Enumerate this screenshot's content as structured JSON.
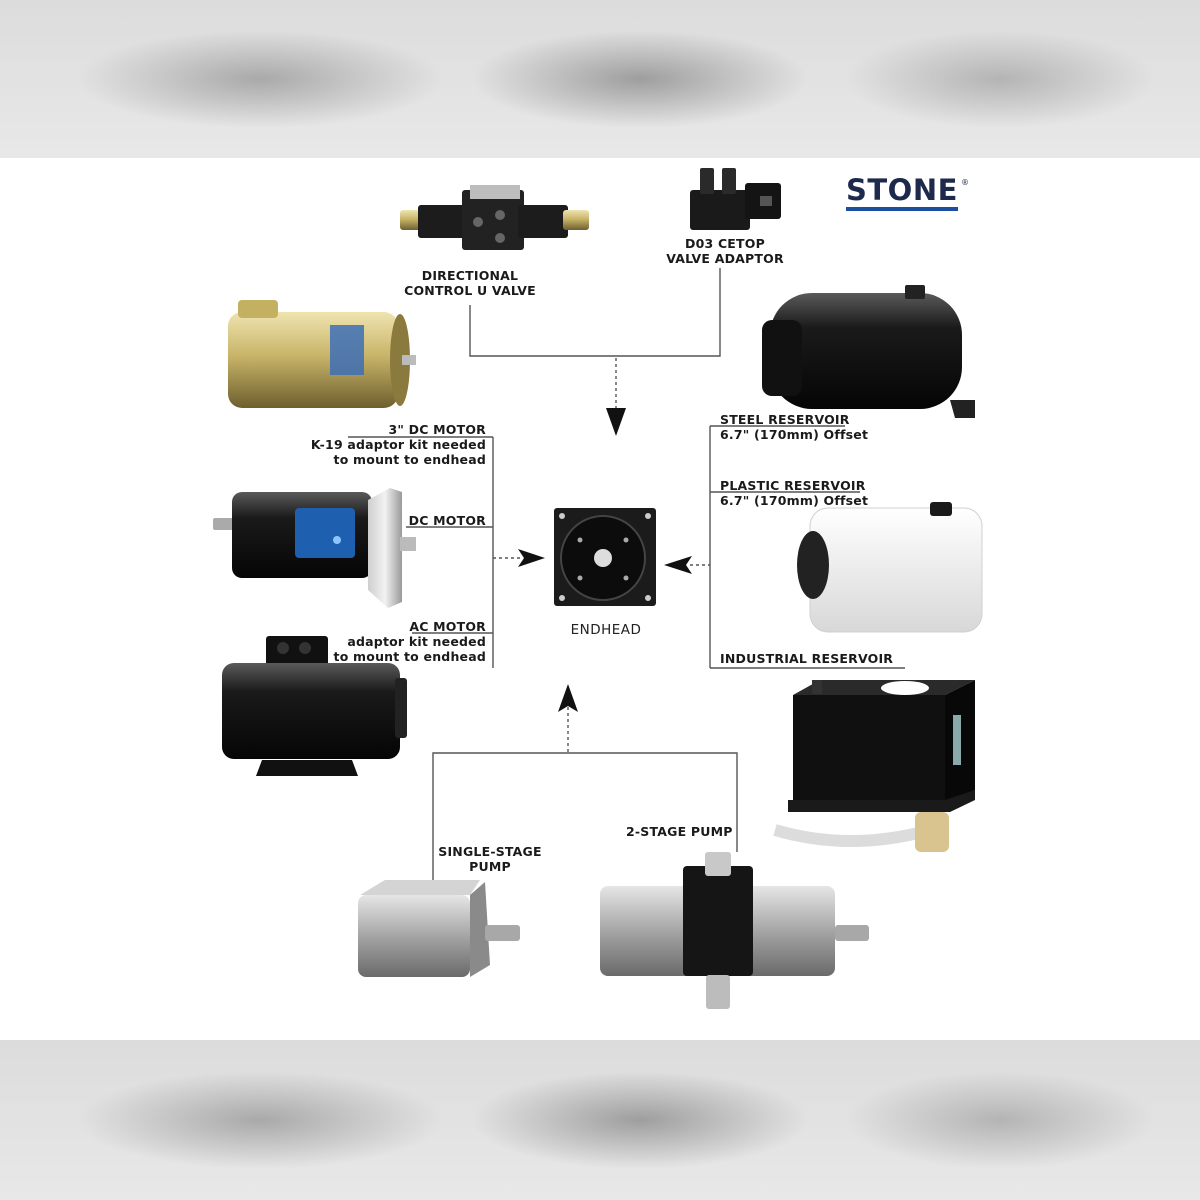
{
  "brand": {
    "name": "STONE",
    "mark": "®"
  },
  "labels": {
    "directional_line1": "DIRECTIONAL",
    "directional_line2": "CONTROL U VALVE",
    "cetop_line1": "D03 CETOP",
    "cetop_line2": "VALVE ADAPTOR",
    "dc3_line1": "3\" DC MOTOR",
    "dc3_line2": "K-19 adaptor kit needed",
    "dc3_line3": "to mount to endhead",
    "dc": "DC MOTOR",
    "ac_line1": "AC MOTOR",
    "ac_line2": "adaptor kit needed",
    "ac_line3": "to mount to endhead",
    "steel_line1": "STEEL RESERVOIR",
    "steel_line2": "6.7\" (170mm) Offset",
    "plastic_line1": "PLASTIC RESERVOIR",
    "plastic_line2": "6.7\" (170mm) Offset",
    "industrial": "INDUSTRIAL RESERVOIR",
    "endhead": "ENDHEAD",
    "single_line1": "SINGLE-STAGE",
    "single_line2": "PUMP",
    "two_stage": "2-STAGE PUMP"
  },
  "colors": {
    "line": "#555555",
    "brand_text": "#1d2a4c",
    "brand_accent": "#1d4fa0",
    "motor_blue": "#1f5fb0",
    "brass": "#c9b56a"
  }
}
